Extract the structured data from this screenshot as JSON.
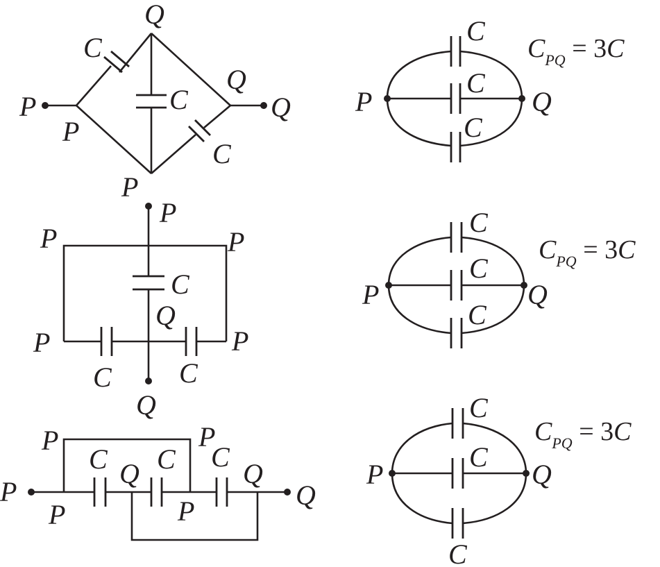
{
  "labels": {
    "P": "P",
    "Q": "Q",
    "C": "C"
  },
  "result": {
    "cap_letter": "C",
    "subscript": "PQ",
    "equals": " = 3",
    "tail": "C"
  }
}
